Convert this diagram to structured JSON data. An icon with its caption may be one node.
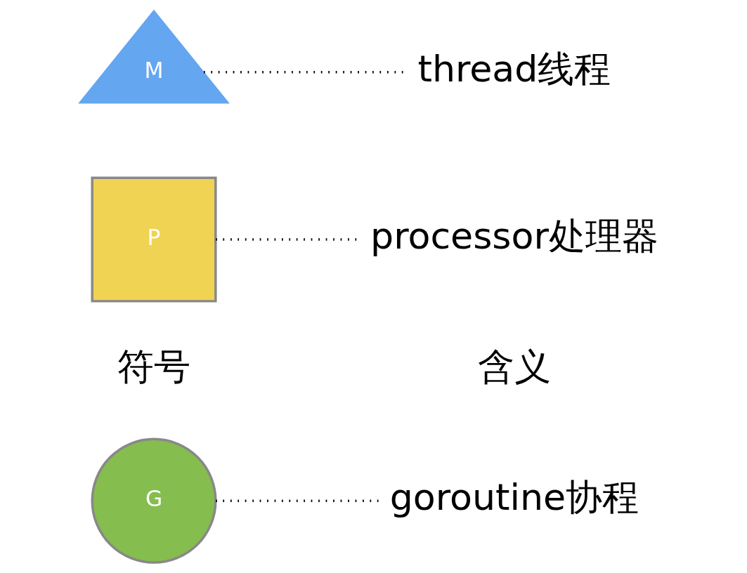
{
  "diagram": {
    "nodes": [
      {
        "text": [
          "G"
        ]
      },
      {
        "text": [
          "goroutine协程"
        ]
      },
      {
        "text": [
          "P"
        ]
      },
      {
        "text": [
          "processor处理器"
        ]
      },
      {
        "text": [
          "M"
        ]
      },
      {
        "text": [
          "thread线程"
        ]
      }
    ],
    "edges": [
      {
        "from": 0,
        "to": 1,
        "arrow": "none",
        "style": "dashed"
      },
      {
        "from": 2,
        "to": 3,
        "arrow": "none",
        "style": "dashed"
      },
      {
        "from": 4,
        "to": 5,
        "arrow": "none",
        "style": "dashed"
      }
    ],
    "labels": [
      "符号",
      "含义"
    ]
  }
}
